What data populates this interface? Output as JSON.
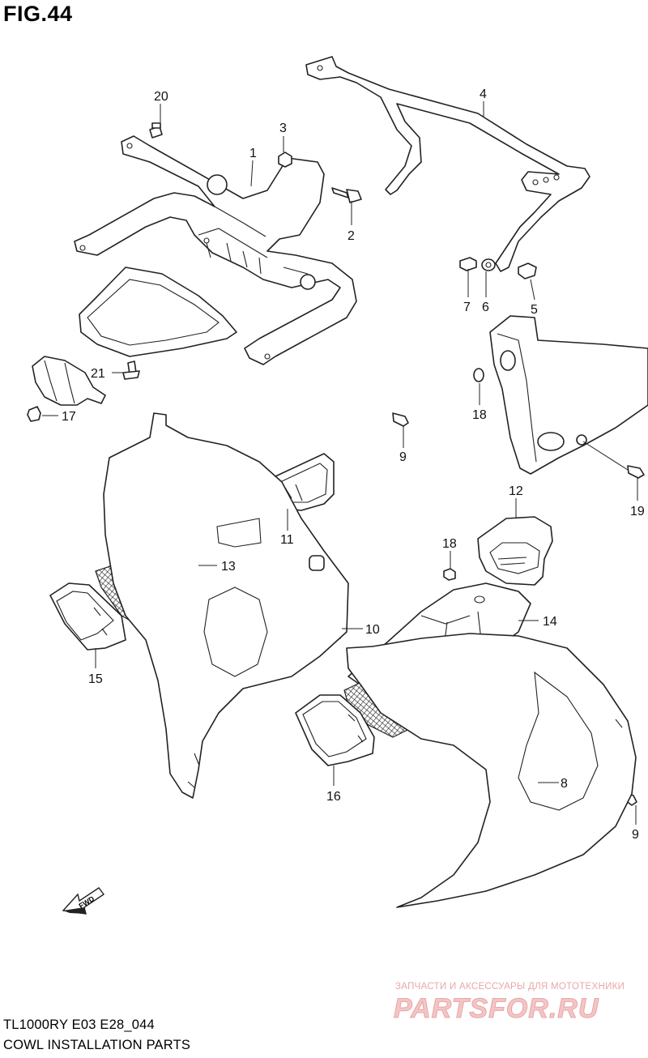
{
  "figure": {
    "title": "FIG.44"
  },
  "footer": {
    "model_code": "TL1000RY E03 E28_044",
    "subtitle": "COWL INSTALLATION PARTS"
  },
  "watermark": {
    "tagline": "ЗАПЧАСТИ И АКСЕССУАРЫ ДЛЯ МОТОТЕХНИКИ",
    "brand": "PARTSFOR.RU",
    "color": "#e9a4a4"
  },
  "direction_badge": {
    "label": "FWD"
  },
  "callouts": {
    "c1": "1",
    "c2": "2",
    "c3": "3",
    "c4": "4",
    "c5": "5",
    "c6": "6",
    "c7": "7",
    "c8": "8",
    "c9a": "9",
    "c9b": "9",
    "c10": "10",
    "c11": "11",
    "c12": "12",
    "c13": "13",
    "c14": "14",
    "c15": "15",
    "c16": "16",
    "c17": "17",
    "c18a": "18",
    "c18b": "18",
    "c19": "19",
    "c20": "20",
    "c21": "21"
  }
}
